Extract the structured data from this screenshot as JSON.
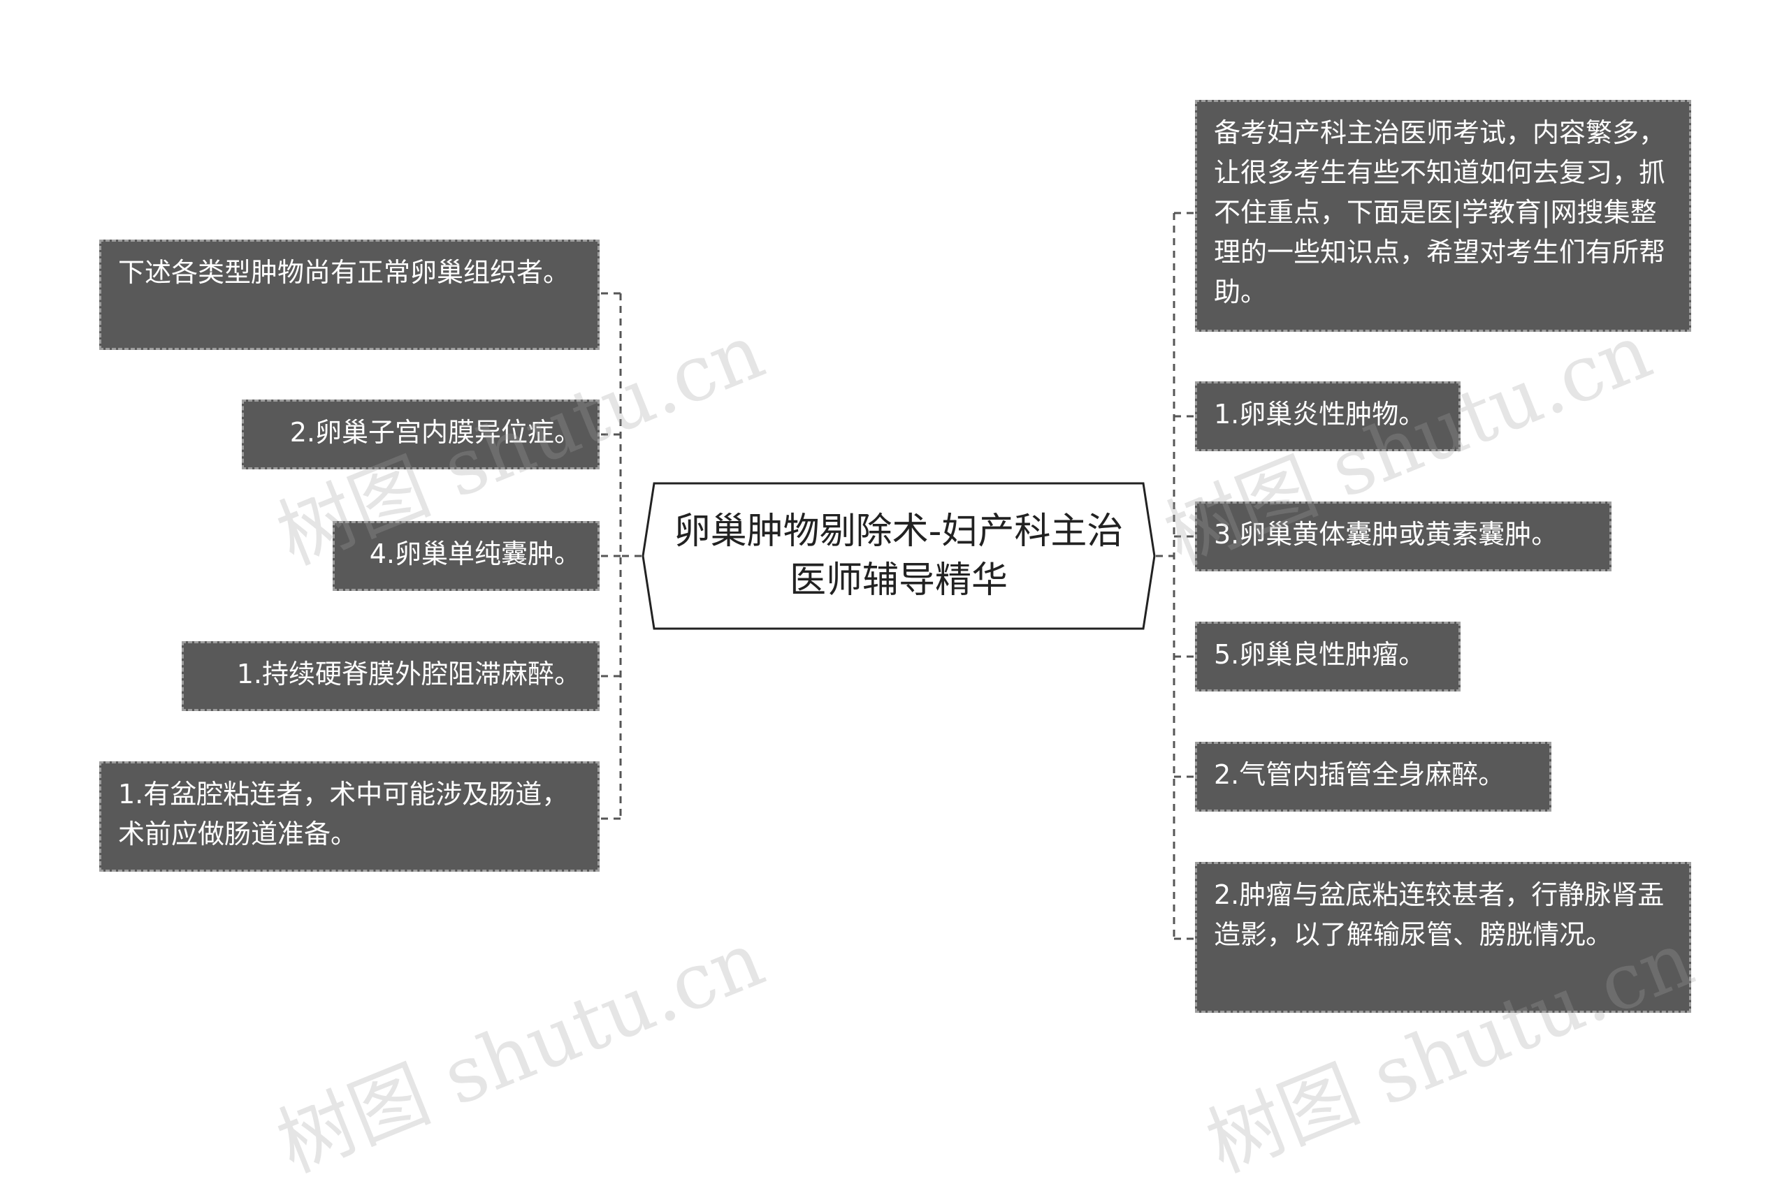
{
  "center": {
    "title": "卵巢肿物剔除术-妇产科主治医师辅导精华"
  },
  "left_nodes": [
    {
      "text": "下述各类型肿物尚有正常卵巢组织者。"
    },
    {
      "text": "2.卵巢子宫内膜异位症。"
    },
    {
      "text": "4.卵巢单纯囊肿。"
    },
    {
      "text": "1.持续硬脊膜外腔阻滞麻醉。"
    },
    {
      "text": "1.有盆腔粘连者，术中可能涉及肠道，术前应做肠道准备。"
    }
  ],
  "right_nodes": [
    {
      "text": "备考妇产科主治医师考试，内容繁多，让很多考生有些不知道如何去复习，抓不住重点，下面是医|学教育|网搜集整理的一些知识点，希望对考生们有所帮助。"
    },
    {
      "text": "1.卵巢炎性肿物。"
    },
    {
      "text": "3.卵巢黄体囊肿或黄素囊肿。"
    },
    {
      "text": "5.卵巢良性肿瘤。"
    },
    {
      "text": "2.气管内插管全身麻醉。"
    },
    {
      "text": "2.肿瘤与盆底粘连较甚者，行静脉肾盂造影，以了解输尿管、膀胱情况。"
    }
  ],
  "watermark": {
    "text": "树图 shutu.cn"
  },
  "colors": {
    "node_fill": "#595959",
    "node_border": "#9e9e9e",
    "connector": "#555555"
  }
}
